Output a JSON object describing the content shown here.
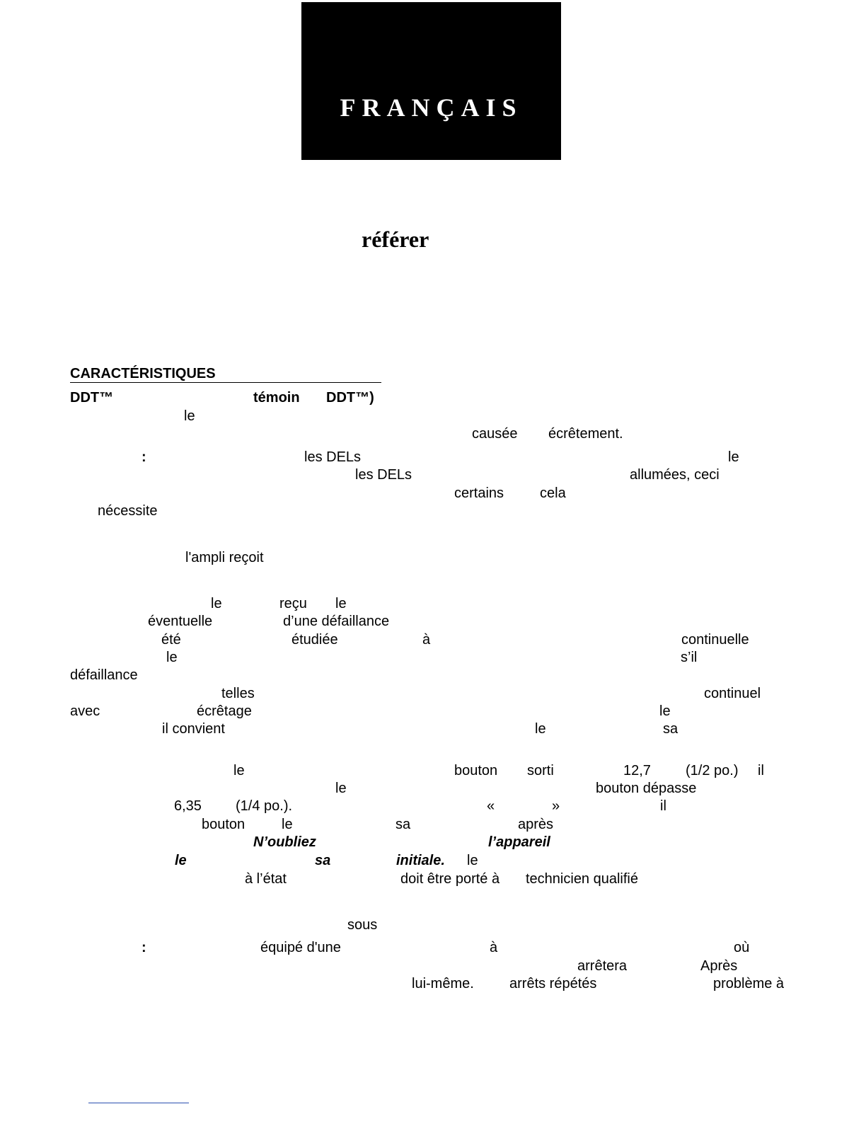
{
  "banner": {
    "title": "FRANÇAIS"
  },
  "heading": "référer",
  "section": {
    "title": "CARACTÉRISTIQUES"
  },
  "words": {
    "w01": "DDT™",
    "w02": "témoin",
    "w03": "DDT™)",
    "w04": "le",
    "w05": "causée",
    "w06": "écrêtement.",
    "w07": ":",
    "w08": "les DELs",
    "w09": "le",
    "w10": "les DELs",
    "w11": "allumées, ceci",
    "w12": "certains",
    "w13": "cela",
    "w14": "nécessite",
    "w15": "l'ampli reçoit",
    "w16": "le",
    "w17": "reçu",
    "w18": "le",
    "w19": "éventuelle",
    "w20": "d’une défaillance",
    "w21": "été",
    "w22": "étudiée",
    "w23": "à",
    "w24": "continuelle",
    "w25": "le",
    "w26": "s’il",
    "w27": "défaillance",
    "w28": "telles",
    "w29": "continuel",
    "w30": "avec",
    "w31": "écrêtage",
    "w32": "le",
    "w33": "il convient",
    "w34": "le",
    "w35": "sa",
    "w36": "le",
    "w37": "bouton",
    "w38": "sorti",
    "w39": "12,7",
    "w40": "(1/2 po.)",
    "w41": "il",
    "w42": "le",
    "w43": "bouton dépasse",
    "w44": "6,35",
    "w45": "(1/4 po.).",
    "w46": "«",
    "w47": "»",
    "w48": "il",
    "w49": "bouton",
    "w50": "le",
    "w51": "sa",
    "w52": "après",
    "w53": "N’oubliez",
    "w54": "l’appareil",
    "w55": "le",
    "w56": "sa",
    "w57": "initiale.",
    "w58": "le",
    "w59": "à l’état",
    "w60": "doit être porté à",
    "w61": "technicien qualifié",
    "w62": "sous",
    "w63": ":",
    "w64": "équipé d'une",
    "w65": "à",
    "w66": "où",
    "w67": "arrêtera",
    "w68": "Après",
    "w69": "lui-même.",
    "w70": "arrêts répétés",
    "w71": "problème à"
  }
}
